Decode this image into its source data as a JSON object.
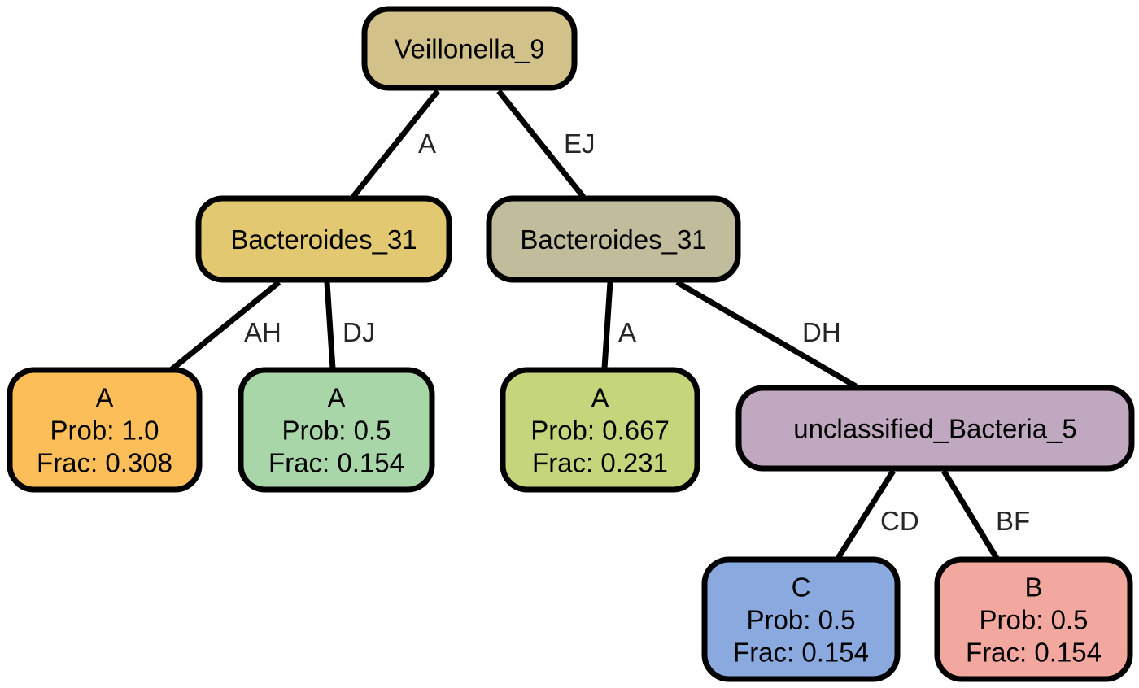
{
  "tree": {
    "nodes": [
      {
        "id": "n0",
        "lines": [
          "Veillonella_9"
        ],
        "color": "#d2c28a"
      },
      {
        "id": "n1",
        "lines": [
          "Bacteroides_31"
        ],
        "color": "#e2c870"
      },
      {
        "id": "n2",
        "lines": [
          "Bacteroides_31"
        ],
        "color": "#c1bc9c"
      },
      {
        "id": "n3",
        "lines": [
          "A",
          "Prob: 1.0",
          "Frac: 0.308"
        ],
        "color": "#fcbe58"
      },
      {
        "id": "n4",
        "lines": [
          "A",
          "Prob: 0.5",
          "Frac: 0.154"
        ],
        "color": "#a9d6a8"
      },
      {
        "id": "n5",
        "lines": [
          "A",
          "Prob: 0.667",
          "Frac: 0.231"
        ],
        "color": "#c5d57b"
      },
      {
        "id": "n6",
        "lines": [
          "unclassified_Bacteria_5"
        ],
        "color": "#c0a9c0"
      },
      {
        "id": "n7",
        "lines": [
          "C",
          "Prob: 0.5",
          "Frac: 0.154"
        ],
        "color": "#8aa9de"
      },
      {
        "id": "n8",
        "lines": [
          "B",
          "Prob: 0.5",
          "Frac: 0.154"
        ],
        "color": "#f2a89e"
      }
    ],
    "edges": [
      {
        "from": "n0",
        "to": "n1",
        "label": "A"
      },
      {
        "from": "n0",
        "to": "n2",
        "label": "EJ"
      },
      {
        "from": "n1",
        "to": "n3",
        "label": "AH"
      },
      {
        "from": "n1",
        "to": "n4",
        "label": "DJ"
      },
      {
        "from": "n2",
        "to": "n5",
        "label": "A"
      },
      {
        "from": "n2",
        "to": "n6",
        "label": "DH"
      },
      {
        "from": "n6",
        "to": "n7",
        "label": "CD"
      },
      {
        "from": "n6",
        "to": "n8",
        "label": "BF"
      }
    ]
  }
}
